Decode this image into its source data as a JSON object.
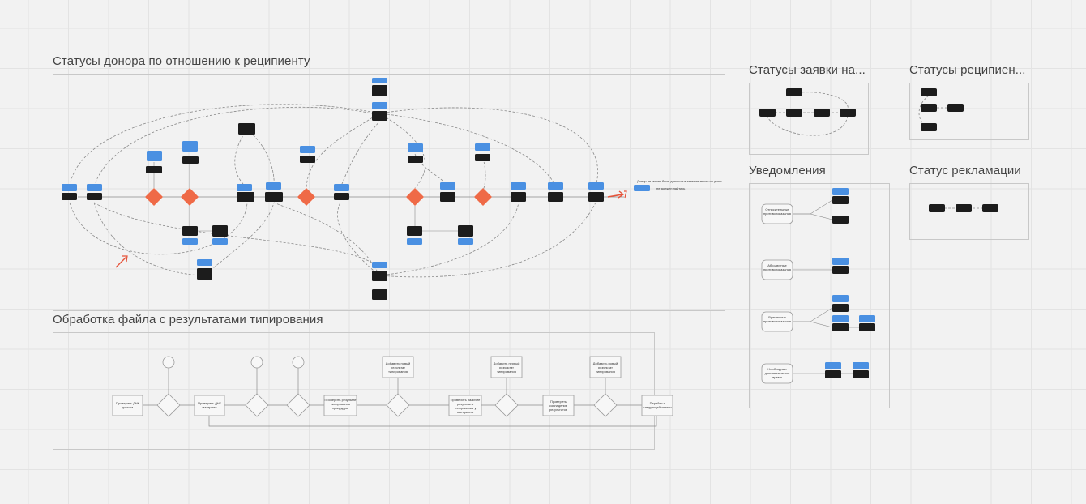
{
  "colors": {
    "accent_blue": "#4a90e2",
    "node_dark": "#1c1c1c",
    "decision_orange": "#ef6a47",
    "arrow_red": "#e5533a",
    "frame_border": "#c8c8c8"
  },
  "frames": {
    "donor_statuses": {
      "title": "Статусы донора по отношению к реципиенту"
    },
    "typing_file": {
      "title": "Обработка файла с результатами типирования"
    },
    "request_statuses": {
      "title": "Статусы заявки на..."
    },
    "recipient_statuses": {
      "title": "Статусы реципиен..."
    },
    "notifications": {
      "title": "Уведомления"
    },
    "complaint_status": {
      "title": "Статус  рекламации"
    }
  },
  "donor_note": {
    "line1": "Донор не может быть донором в течение много по дням",
    "line2": "не должен найтись"
  },
  "notifications_nodes": [
    "Относительные противопоказания",
    "Абсолютные противопоказания",
    "Временные противопоказания",
    "Необходимо дополнительное время"
  ],
  "typing_nodes": [
    "Проверить ДНК донора",
    "Проверить ДНК материал",
    "Проверить результат типирования процедуры",
    "Добавить новый результат типирования",
    "Проверить наличие результата типирования у материала",
    "Добавить первый результат типирования",
    "Проверить совпадение результатов",
    "Добавить новый результат типирования",
    "Перейти к следующей записи"
  ]
}
